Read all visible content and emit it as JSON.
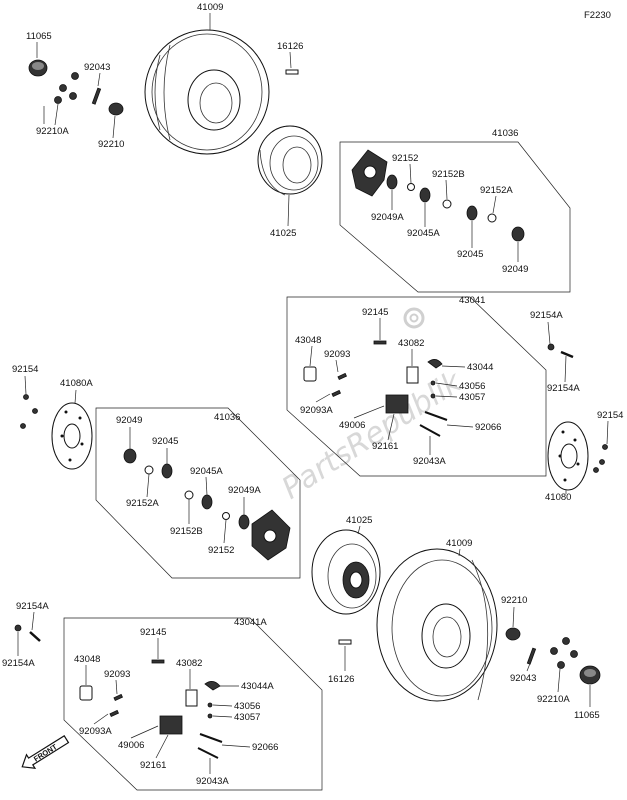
{
  "figure_code": "F2230",
  "watermark": "PartsRepublik",
  "front_badge": "FRONT",
  "labels": {
    "p11065_a": "11065",
    "p92043_a": "92043",
    "p92210a_a": "92210A",
    "p92210_a": "92210",
    "p41009_a": "41009",
    "p16126_a": "16126",
    "p41025_a": "41025",
    "p41036_a": "41036",
    "p92152_a": "92152",
    "p92152b_a": "92152B",
    "p92152a_a": "92152A",
    "p92049a_a": "92049A",
    "p92045a_a": "92045A",
    "p92045_a": "92045",
    "p92049_a": "92049",
    "p92145_a": "92145",
    "p43041": "43041",
    "p43048_a": "43048",
    "p43082_a": "43082",
    "p92093_a": "92093",
    "p43044_a": "43044",
    "p43056_a": "43056",
    "p43057_a": "43057",
    "p92093a_a": "92093A",
    "p49006_a": "49006",
    "p92066_a": "92066",
    "p92161_a": "92161",
    "p92043a_a": "92043A",
    "p92154a_r1": "92154A",
    "p92154a_r2": "92154A",
    "p92154_r": "92154",
    "p41080": "41080",
    "p92154_l": "92154",
    "p41080a": "41080A",
    "p92049_b": "92049",
    "p41036_b": "41036",
    "p92045_b": "92045",
    "p92045a_b": "92045A",
    "p92152a_b": "92152A",
    "p92049a_b": "92049A",
    "p92152b_b": "92152B",
    "p92152_b": "92152",
    "p41025_b": "41025",
    "p41009_b": "41009",
    "p92210_b": "92210",
    "p92043_b": "92043",
    "p92210a_b": "92210A",
    "p11065_b": "11065",
    "p16126_b": "16126",
    "p92154a_l1": "92154A",
    "p92154a_l2": "92154A",
    "p92145_b": "92145",
    "p43041a": "43041A",
    "p43048_b": "43048",
    "p43082_b": "43082",
    "p92093_b": "92093",
    "p43044a": "43044A",
    "p43056_b": "43056",
    "p43057_b": "43057",
    "p92093a_b": "92093A",
    "p49006_b": "49006",
    "p92066_b": "92066",
    "p92161_b": "92161",
    "p92043a_b": "92043A"
  }
}
